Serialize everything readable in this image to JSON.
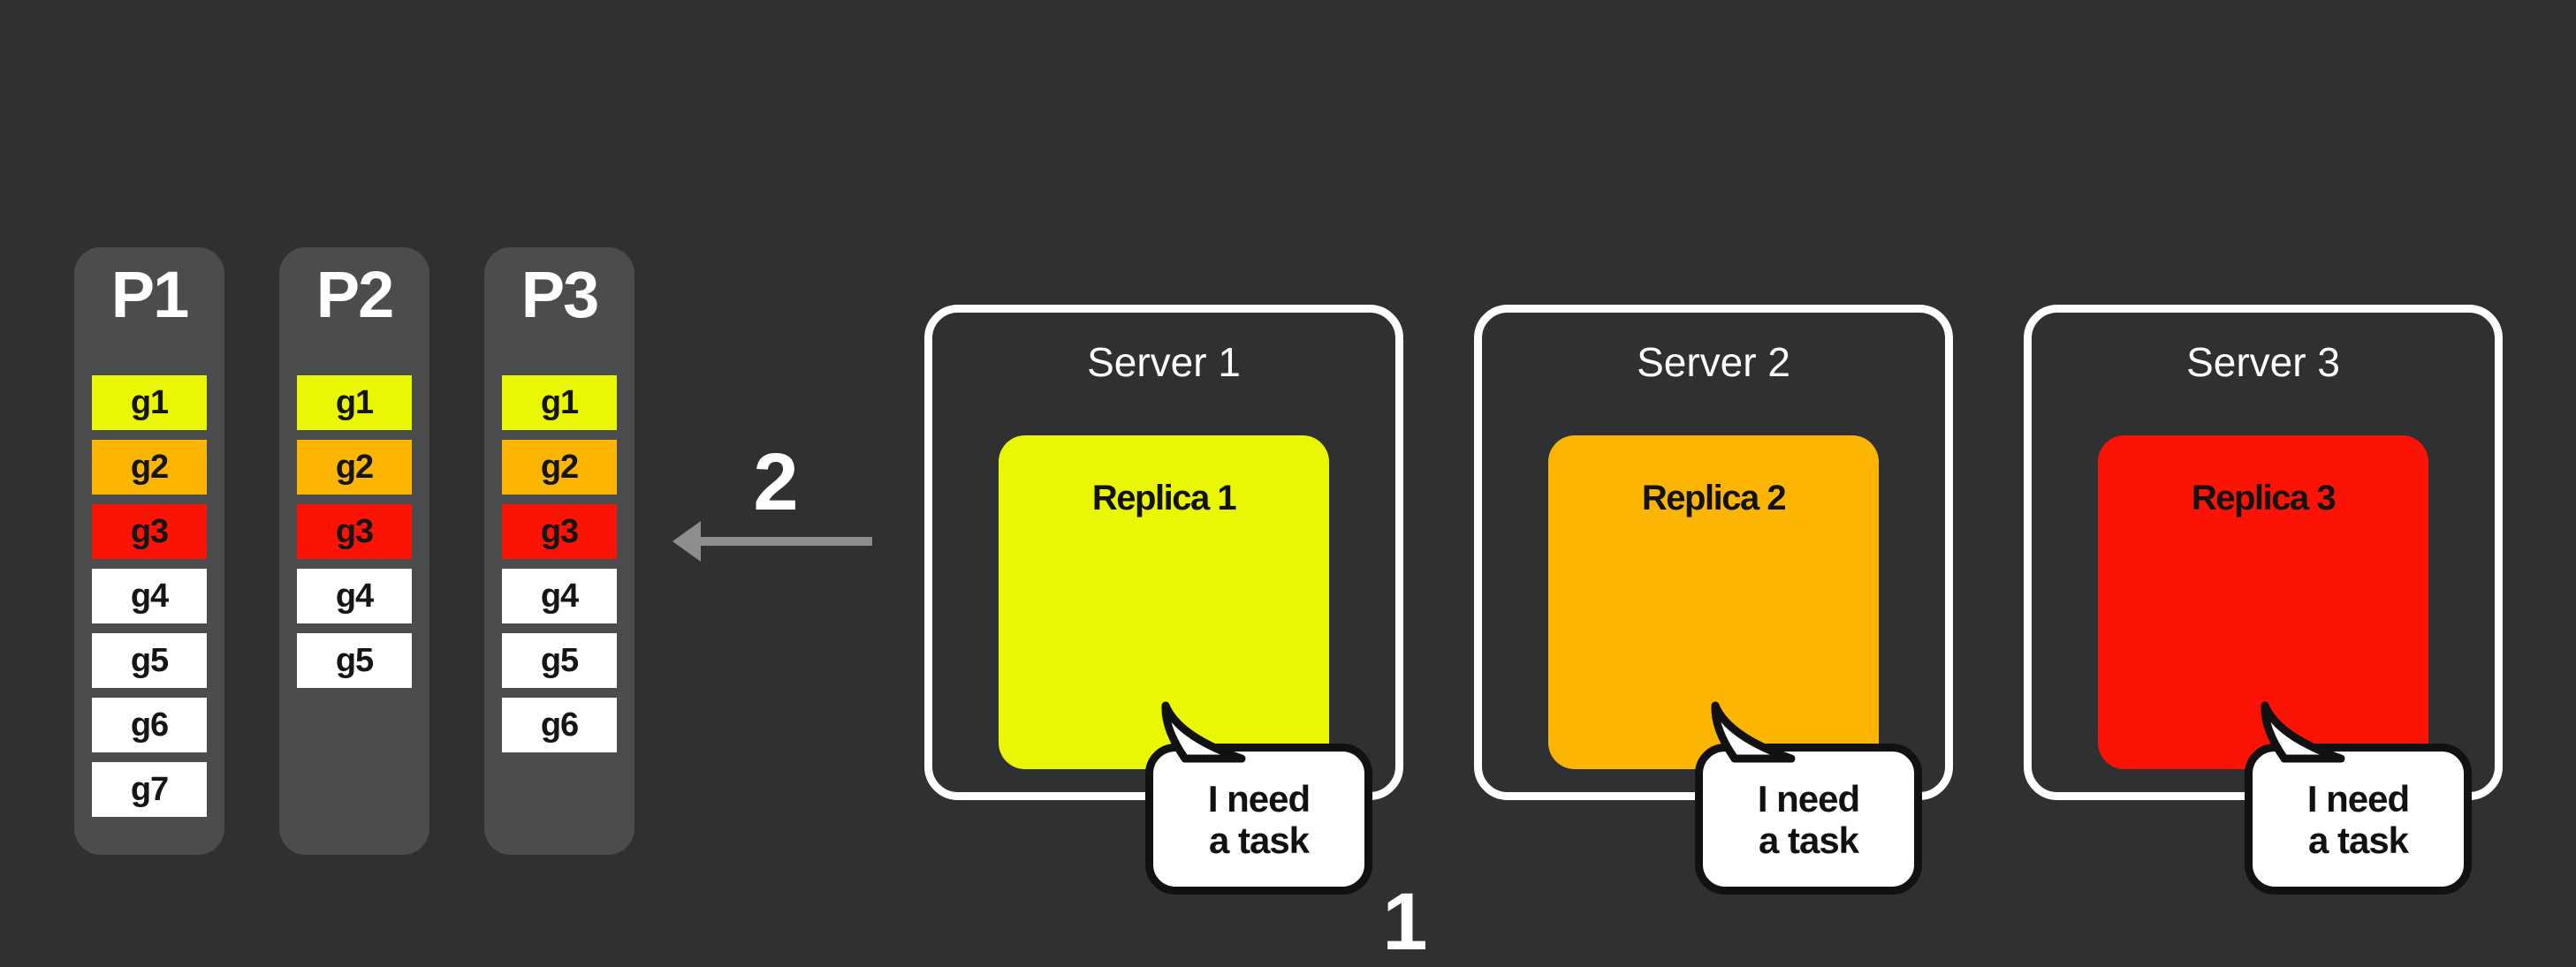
{
  "colors": {
    "background": "#2f3032",
    "partition_bg": "#4b4c4e",
    "task_yellow": "#e9f702",
    "task_orange": "#fcb503",
    "task_red": "#fb1405",
    "task_white": "#ffffff",
    "ink": "#111111",
    "arrow_gray": "#8d8d8d",
    "text_white": "#ffffff"
  },
  "partitions": [
    {
      "title": "P1",
      "tasks": [
        {
          "label": "g1",
          "color": "#e9f702"
        },
        {
          "label": "g2",
          "color": "#fcb503"
        },
        {
          "label": "g3",
          "color": "#fb1405"
        },
        {
          "label": "g4",
          "color": "#ffffff"
        },
        {
          "label": "g5",
          "color": "#ffffff"
        },
        {
          "label": "g6",
          "color": "#ffffff"
        },
        {
          "label": "g7",
          "color": "#ffffff"
        }
      ]
    },
    {
      "title": "P2",
      "tasks": [
        {
          "label": "g1",
          "color": "#e9f702"
        },
        {
          "label": "g2",
          "color": "#fcb503"
        },
        {
          "label": "g3",
          "color": "#fb1405"
        },
        {
          "label": "g4",
          "color": "#ffffff"
        },
        {
          "label": "g5",
          "color": "#ffffff"
        }
      ]
    },
    {
      "title": "P3",
      "tasks": [
        {
          "label": "g1",
          "color": "#e9f702"
        },
        {
          "label": "g2",
          "color": "#fcb503"
        },
        {
          "label": "g3",
          "color": "#fb1405"
        },
        {
          "label": "g4",
          "color": "#ffffff"
        },
        {
          "label": "g5",
          "color": "#ffffff"
        },
        {
          "label": "g6",
          "color": "#ffffff"
        }
      ]
    }
  ],
  "step2": {
    "label": "2",
    "arrow_direction": "left",
    "arrow_color": "#8d8d8d"
  },
  "step1": {
    "label": "1"
  },
  "servers": [
    {
      "title": "Server 1",
      "replica": {
        "label": "Replica 1",
        "color": "#e9f702"
      },
      "bubble": {
        "line1": "I need",
        "line2": "a task"
      }
    },
    {
      "title": "Server 2",
      "replica": {
        "label": "Replica 2",
        "color": "#fcb503"
      },
      "bubble": {
        "line1": "I need",
        "line2": "a task"
      }
    },
    {
      "title": "Server 3",
      "replica": {
        "label": "Replica 3",
        "color": "#fb1405"
      },
      "bubble": {
        "line1": "I need",
        "line2": "a task"
      }
    }
  ]
}
